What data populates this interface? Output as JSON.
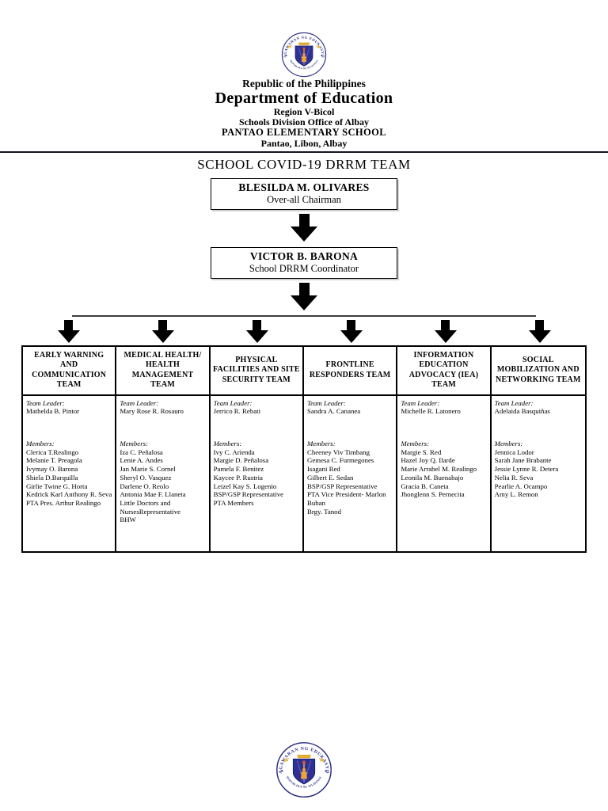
{
  "seal": {
    "top_text": "KAGAWARAN NG EDUKASYON",
    "bottom_text": "REPUBLIKA NG PILIPINAS",
    "ring_color": "#2b2e83",
    "shield_color": "#2e3192",
    "shield_edge": "#191b66",
    "gold": "#e9b430",
    "flame_orange": "#e2571f",
    "figure_orange": "#efa13a",
    "ray_blue": "#7a7ee0"
  },
  "header": {
    "country": "Republic of the Philippines",
    "department": "Department of Education",
    "region": "Region V-Bicol",
    "division": "Schools Division Office of Albay",
    "school": "PANTAO ELEMENTARY SCHOOL",
    "address": "Pantao, Libon, Albay"
  },
  "title": "SCHOOL COVID-19 DRRM TEAM",
  "org": {
    "chairman": {
      "name": "BLESILDA M. OLIVARES",
      "role": "Over-all Chairman"
    },
    "coordinator": {
      "name": "VICTOR B. BARONA",
      "role": "School DRRM Coordinator"
    }
  },
  "labels": {
    "team_leader": "Team Leader:",
    "members": "Members:"
  },
  "teams": [
    {
      "name": "EARLY WARNING AND COMMUNICATION TEAM",
      "leader": "Mathelda B. Pintor",
      "members": [
        "Clerica T.Realingo",
        "Melanie T. Preagola",
        "Ivymay O. Barona",
        "Shiela D.Barquilla",
        "Girlie Twine G. Horta",
        "Kedrick Karl Anthony R. Seva",
        "PTA Pres. Arthur Realingo"
      ]
    },
    {
      "name": "MEDICAL HEALTH/ HEALTH MANAGEMENT TEAM",
      "leader": "Mary Rose R. Rosauro",
      "members": [
        "Iza C. Peñalosa",
        "Lenie A. Andes",
        "Jan Marie S. Cornel",
        "Sheryl O. Vasquez",
        "Darlene O. Reolo",
        "Antonia Mae F. Llaneta",
        "Little Doctors and NursesRepresentative",
        "BHW"
      ]
    },
    {
      "name": "PHYSICAL FACILITIES AND SITE SECURITY TEAM",
      "leader": "Jerrico R. Rebati",
      "members": [
        "Ivy C. Arienda",
        "Margie D. Peñalosa",
        "Pamela F. Benitez",
        "Kaycee P. Rustria",
        "Leizel Kay S. Logenio",
        "BSP/GSP Representative",
        "PTA Members"
      ]
    },
    {
      "name": "FRONTLINE RESPONDERS TEAM",
      "leader": "Sandra A. Cananea",
      "members": [
        "Cheeney Viv Timbang",
        "Gemesa C. Furmegones",
        "Isagani Red",
        "Gilbert E. Sedan",
        "BSP/GSP Representative",
        "PTA Vice President- Marlon Buban",
        "Brgy. Tanod"
      ]
    },
    {
      "name": "INFORMATION EDUCATION ADVOCACY (IEA) TEAM",
      "leader": "Michelle R. Latonero",
      "members": [
        "Margie S. Red",
        "Hazel Joy Q. Ilarde",
        "Marie Arrabel M. Realingo",
        "Leonila M. Buenabajo",
        "Gracia B. Caneta",
        "Jhonglenn S. Pernecita"
      ]
    },
    {
      "name": "SOCIAL MOBILIZATION AND NETWORKING TEAM",
      "leader": "Adelaida Basquiñas",
      "members": [
        "Jennica Lodor",
        "Sarah Jane Brabante",
        "Jessie Lynne R. Detera",
        "Nelia R. Seva",
        "Pearlie A. Ocampo",
        "Amy L. Remon"
      ]
    }
  ]
}
